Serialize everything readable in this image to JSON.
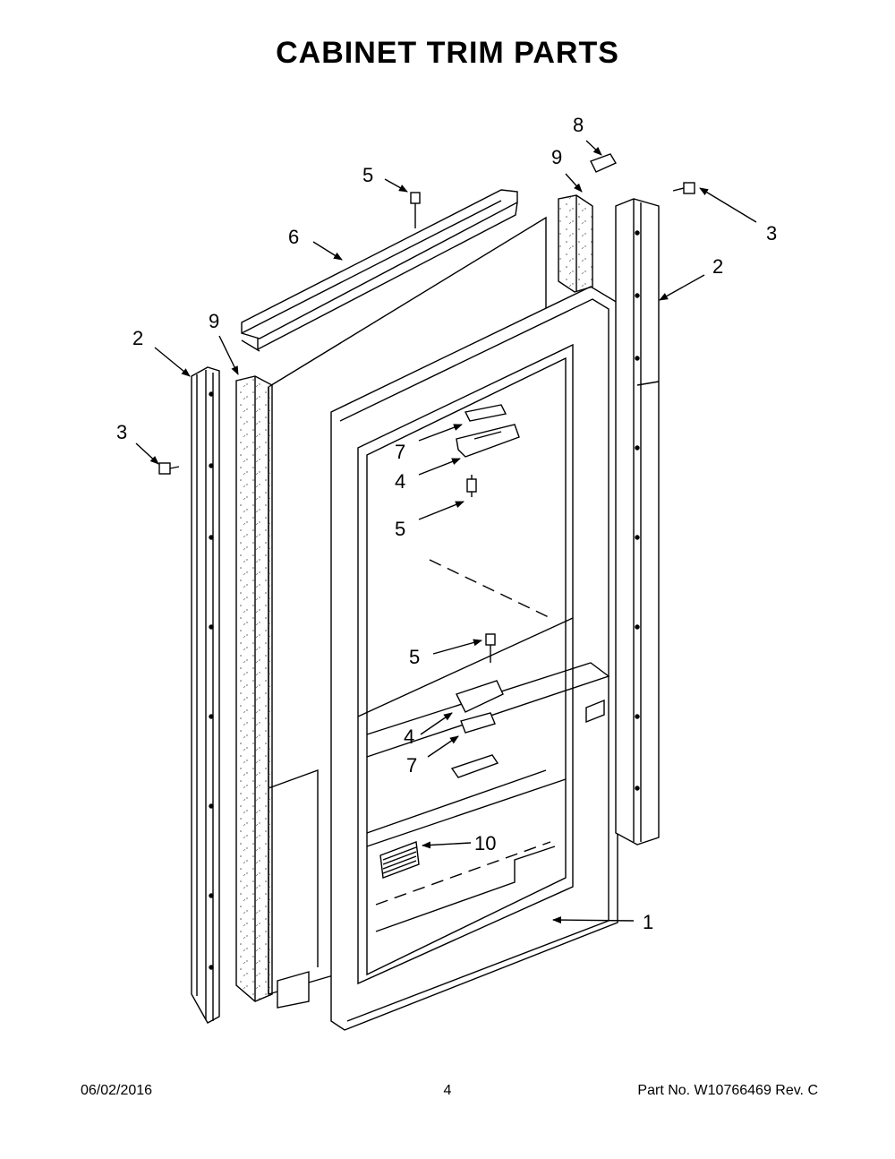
{
  "page": {
    "title": "CABINET TRIM PARTS",
    "date": "06/02/2016",
    "page_number": "4",
    "part_number": "Part No.  W10766469   Rev.  C"
  },
  "callouts": {
    "c8": "8",
    "c9_top": "9",
    "c3_top": "3",
    "c2_right": "2",
    "c5_top": "5",
    "c6": "6",
    "c9_left": "9",
    "c2_left": "2",
    "c3_left": "3",
    "c7_upper": "7",
    "c4_upper": "4",
    "c5_upper": "5",
    "c5_lower": "5",
    "c4_lower": "4",
    "c7_lower": "7",
    "c10": "10",
    "c1": "1"
  }
}
